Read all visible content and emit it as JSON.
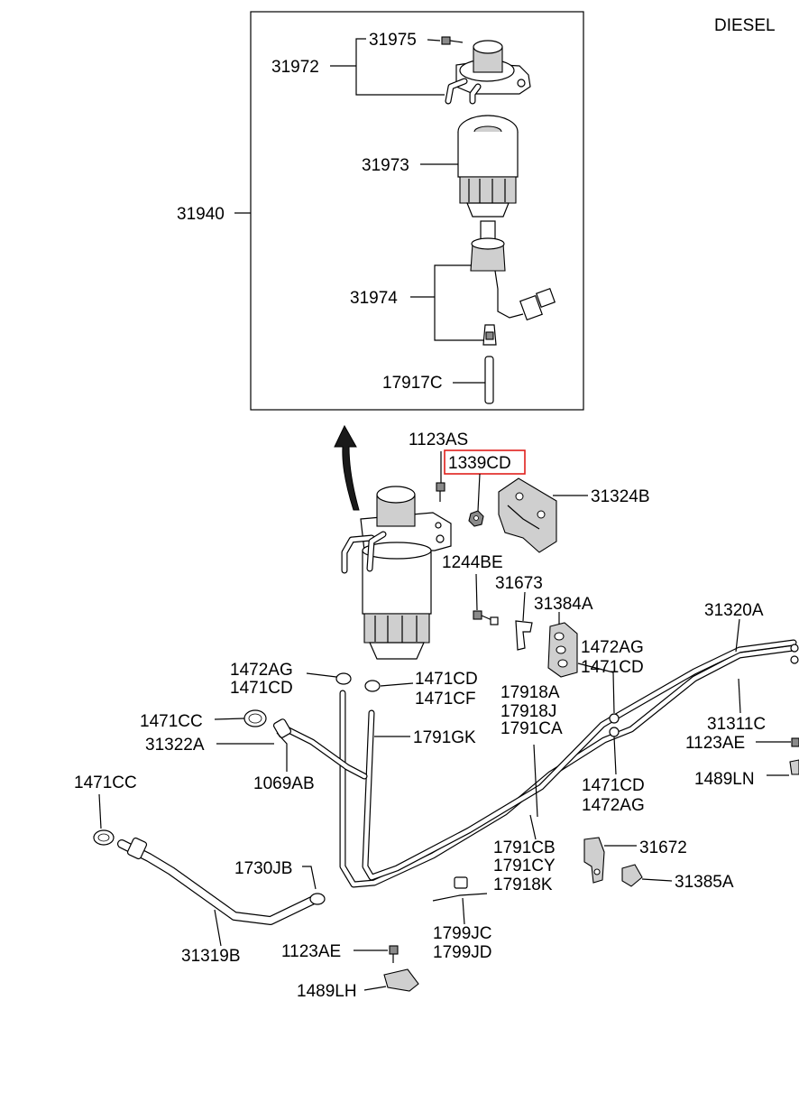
{
  "header": {
    "variant": "DIESEL"
  },
  "highlight": {
    "part": "1339CD",
    "color": "#e0201c"
  },
  "labels": {
    "p31975": "31975",
    "p31972": "31972",
    "p31973": "31973",
    "p31940": "31940",
    "p31974": "31974",
    "p17917C": "17917C",
    "p1123AS": "1123AS",
    "p1339CD": "1339CD",
    "p31324B": "31324B",
    "p1244BE": "1244BE",
    "p31673": "31673",
    "p31384A": "31384A",
    "p31320A": "31320A",
    "p1472AG_a": "1472AG",
    "p1471CD_a": "1471CD",
    "p1472AG_b": "1472AG",
    "p1471CD_b": "1471CD",
    "p1471CD_c": "1471CD",
    "p1471CF": "1471CF",
    "p17918A": "17918A",
    "p17918J": "17918J",
    "p1791CA": "1791CA",
    "p31311C": "31311C",
    "p1123AE_a": "1123AE",
    "p1489LN": "1489LN",
    "p1471CC_a": "1471CC",
    "p31322A": "31322A",
    "p1791GK": "1791GK",
    "p1069AB": "1069AB",
    "p1471CD_d": "1471CD",
    "p1472AG_c": "1472AG",
    "p1471CC_b": "1471CC",
    "p1791CB": "1791CB",
    "p1791CY": "1791CY",
    "p17918K": "17918K",
    "p31672": "31672",
    "p1730JB": "1730JB",
    "p31385A": "31385A",
    "p1799JC": "1799JC",
    "p1799JD": "1799JD",
    "p31319B": "31319B",
    "p1123AE_b": "1123AE",
    "p1489LH": "1489LH"
  }
}
